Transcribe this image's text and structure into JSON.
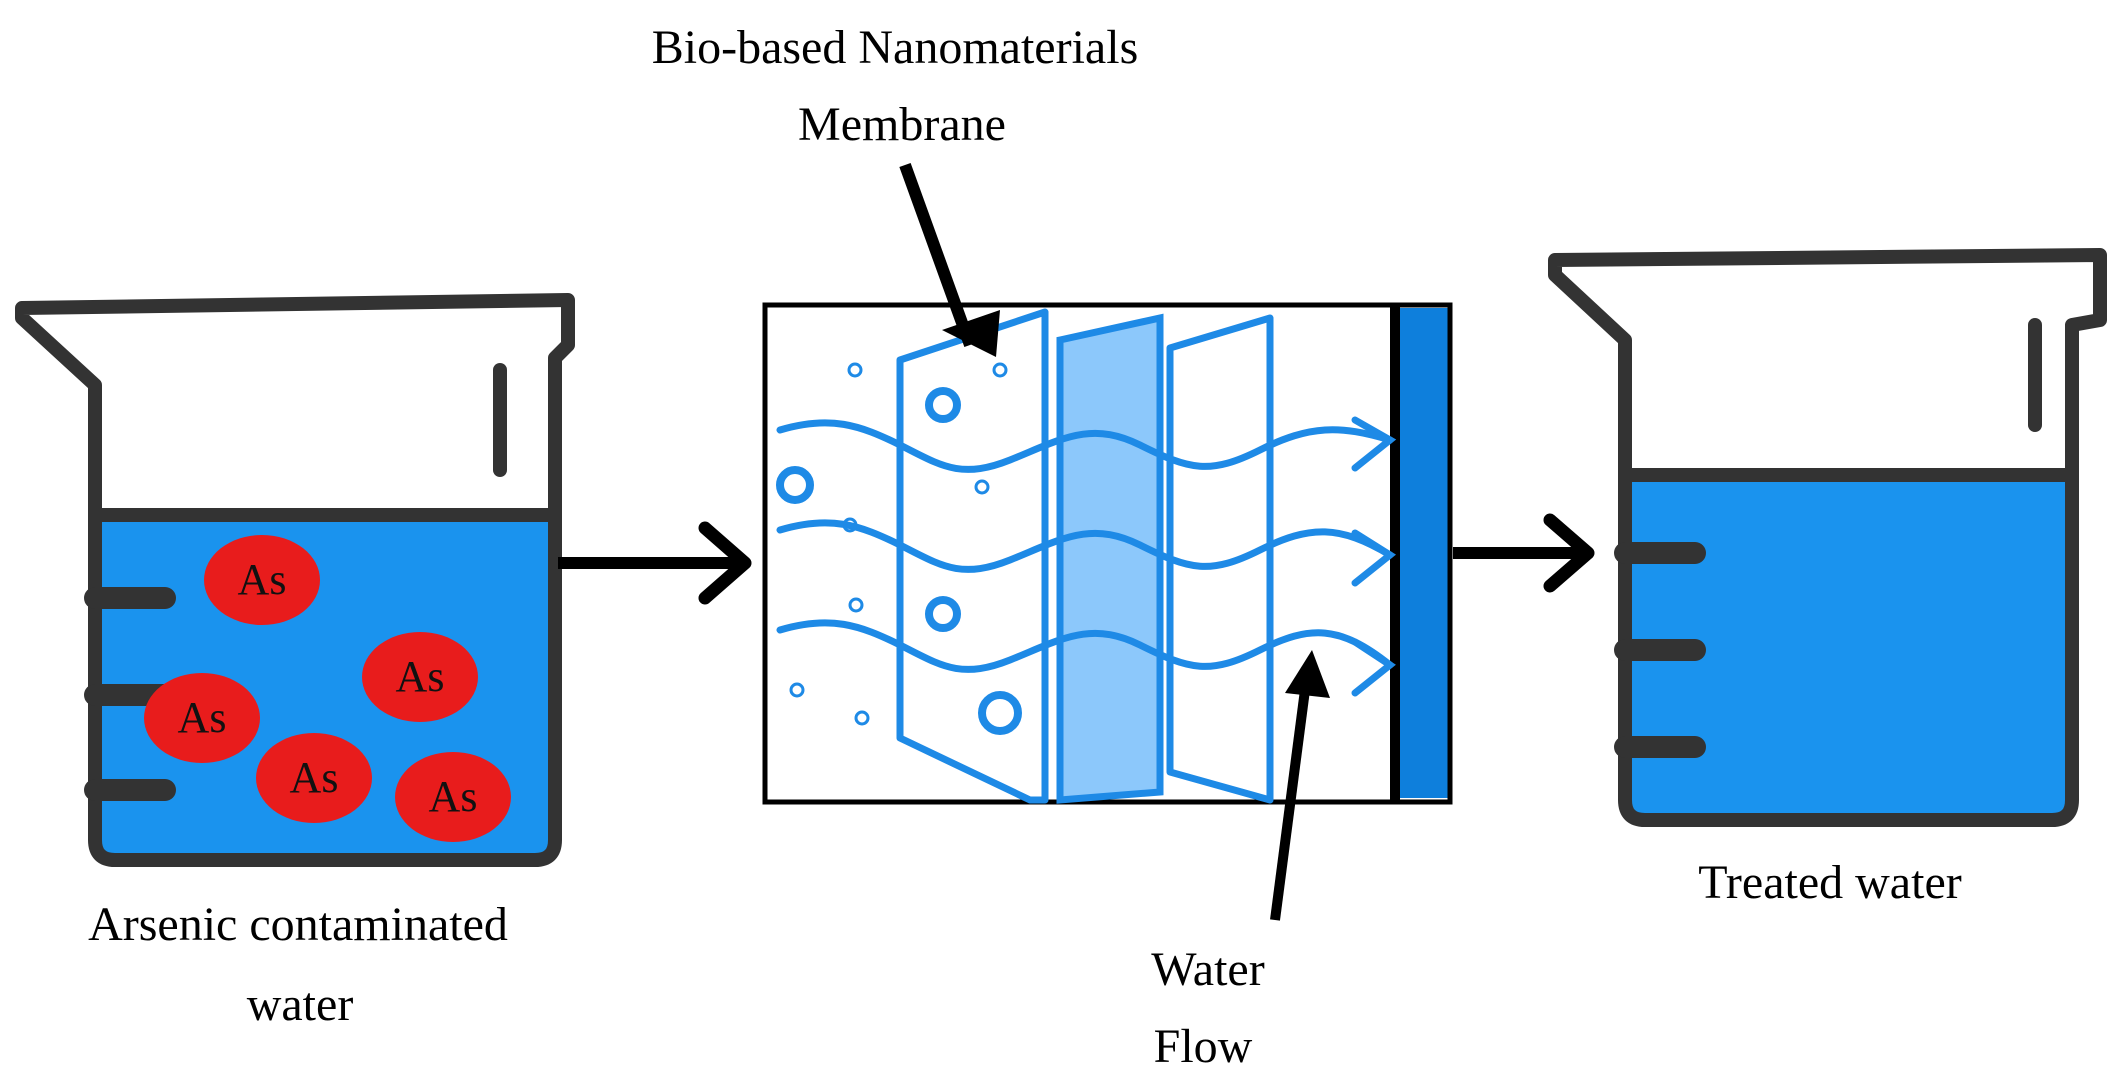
{
  "labels": {
    "membrane_line1": "Bio-based Nanomaterials",
    "membrane_line2": "Membrane",
    "contaminated_line1": "Arsenic contaminated",
    "contaminated_line2": "water",
    "treated": "Treated water",
    "flow_line1": "Water",
    "flow_line2": "Flow"
  },
  "particles": [
    "As",
    "As",
    "As",
    "As",
    "As"
  ],
  "colors": {
    "water": "#1a93ee",
    "water_dark": "#0e7fdc",
    "outline": "#333333",
    "membrane_line": "#1e8ae6",
    "membrane_fill": "#8cc8fb",
    "particle": "#e81c1c",
    "arrow": "#000000"
  },
  "icons": [
    "beaker-icon",
    "filter-membrane-icon",
    "arrow-right-icon"
  ]
}
